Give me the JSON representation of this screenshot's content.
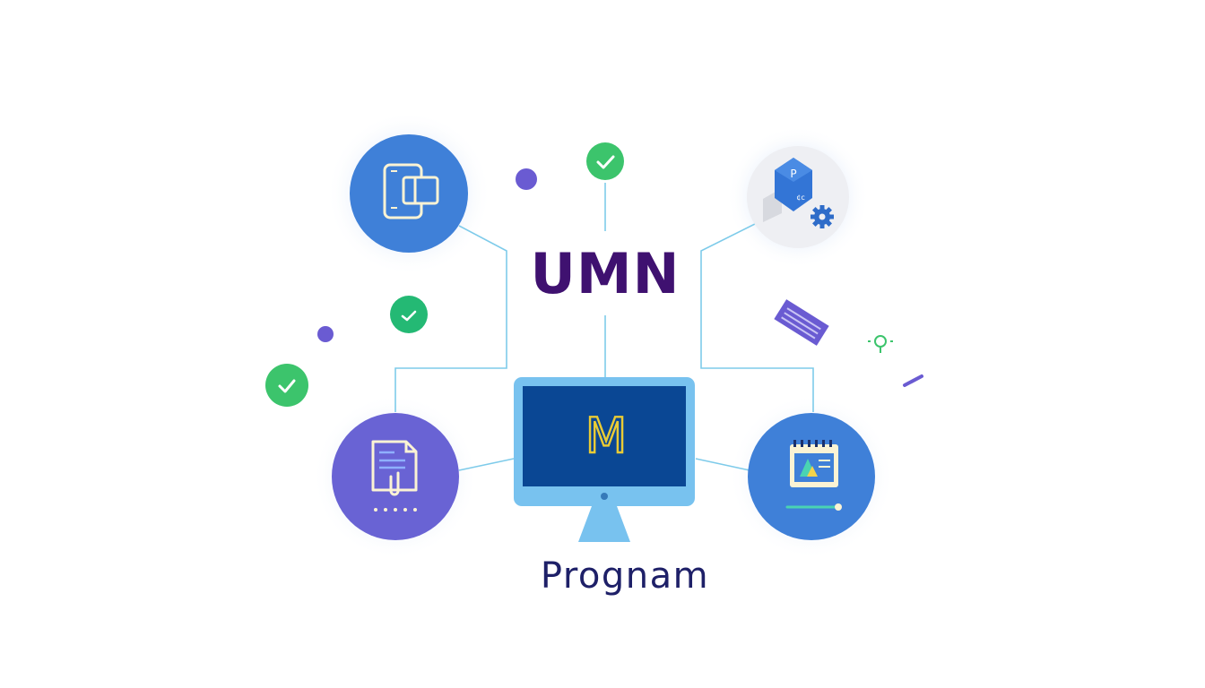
{
  "title": "UMN",
  "subtitle": "Prognam",
  "monitor_letter": "M",
  "colors": {
    "title": "#3f1170",
    "subtitle": "#1e2068",
    "connector": "#7ecbea",
    "node_blue": "#3f80d8",
    "node_purple": "#6963d4",
    "node_gray": "#eeeff3",
    "check_green": "#3cc46c",
    "accent_purple": "#6a5bd2",
    "monitor_frame": "#78c2ef",
    "monitor_screen": "#0a4794",
    "monitor_letter": "#e9cb35"
  },
  "icons": {
    "top_left": "tablet-devices-icon",
    "top_right": "gear-cube-icon",
    "bottom_left": "document-clip-icon",
    "bottom_right": "calendar-chart-icon",
    "center": "monitor-icon"
  }
}
